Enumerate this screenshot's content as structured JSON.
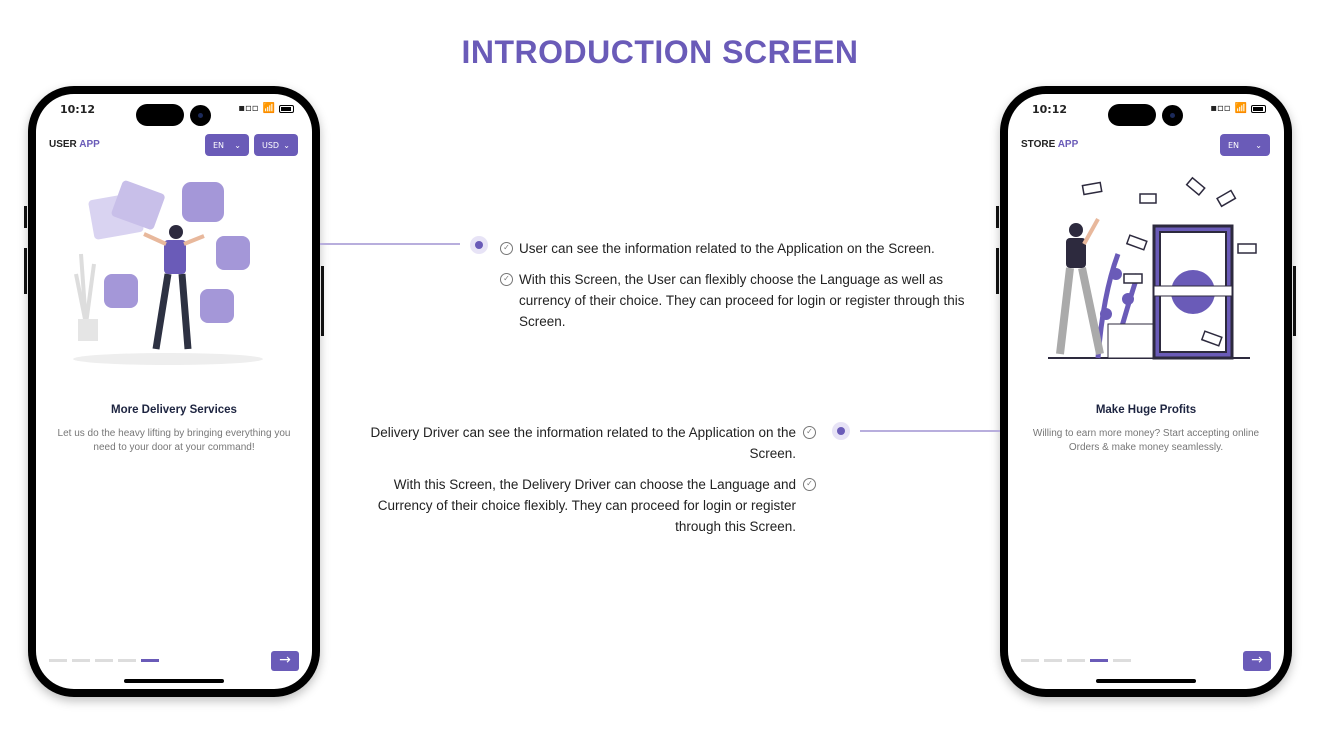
{
  "title": "INTRODUCTION SCREEN",
  "user_phone": {
    "time": "10:12",
    "app_name": "USER",
    "app_suffix": "APP",
    "language": "EN",
    "currency": "USD",
    "heading": "More Delivery Services",
    "description": "Let us do the heavy lifting by bringing everything you need to your door at your command!",
    "page_index": 5,
    "page_count": 5,
    "next_icon": "arrow-right-icon"
  },
  "store_phone": {
    "time": "10:12",
    "app_name": "STORE",
    "app_suffix": "APP",
    "language": "EN",
    "heading": "Make Huge Profits",
    "description": "Willing to earn more money? Start accepting online Orders & make money seamlessly.",
    "page_index": 4,
    "page_count": 5,
    "next_icon": "arrow-right-icon"
  },
  "user_notes": [
    "User can see the information related to the Application on the Screen.",
    "With this Screen, the User can flexibly choose the Language as well as currency of their choice. They can proceed for login or register through this Screen."
  ],
  "driver_notes": [
    "Delivery Driver can see the information related to the Application on the Screen.",
    "With this Screen, the Delivery Driver can choose the Language and Currency of their choice flexibly. They can proceed for login or register through this Screen."
  ],
  "colors": {
    "accent": "#6a5bb8"
  }
}
